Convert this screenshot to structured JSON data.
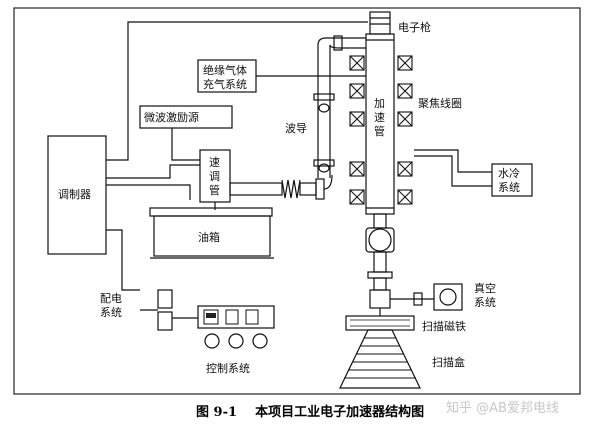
{
  "diagram": {
    "labels": {
      "electron_gun": "电子枪",
      "insulating_gas_line1": "绝缘气体",
      "insulating_gas_line2": "充气系统",
      "microwave_source": "微波激励源",
      "waveguide": "波导",
      "accelerator_tube": [
        "加",
        "速",
        "管"
      ],
      "focusing_coil": "聚焦线圈",
      "speed_tube": [
        "速",
        "调",
        "管"
      ],
      "modulator": "调制器",
      "oil_tank": "油箱",
      "water_cooling_line1": "水冷",
      "water_cooling_line2": "系统",
      "power_dist_line1": "配电",
      "power_dist_line2": "系统",
      "vacuum_line1": "真空",
      "vacuum_line2": "系统",
      "scan_magnet": "扫描磁铁",
      "scan_box": "扫描盒",
      "control_system": "控制系统"
    },
    "caption": "图 9-1    本项目工业电子加速器结构图",
    "watermark": "知乎 @AB爱邦电线"
  }
}
